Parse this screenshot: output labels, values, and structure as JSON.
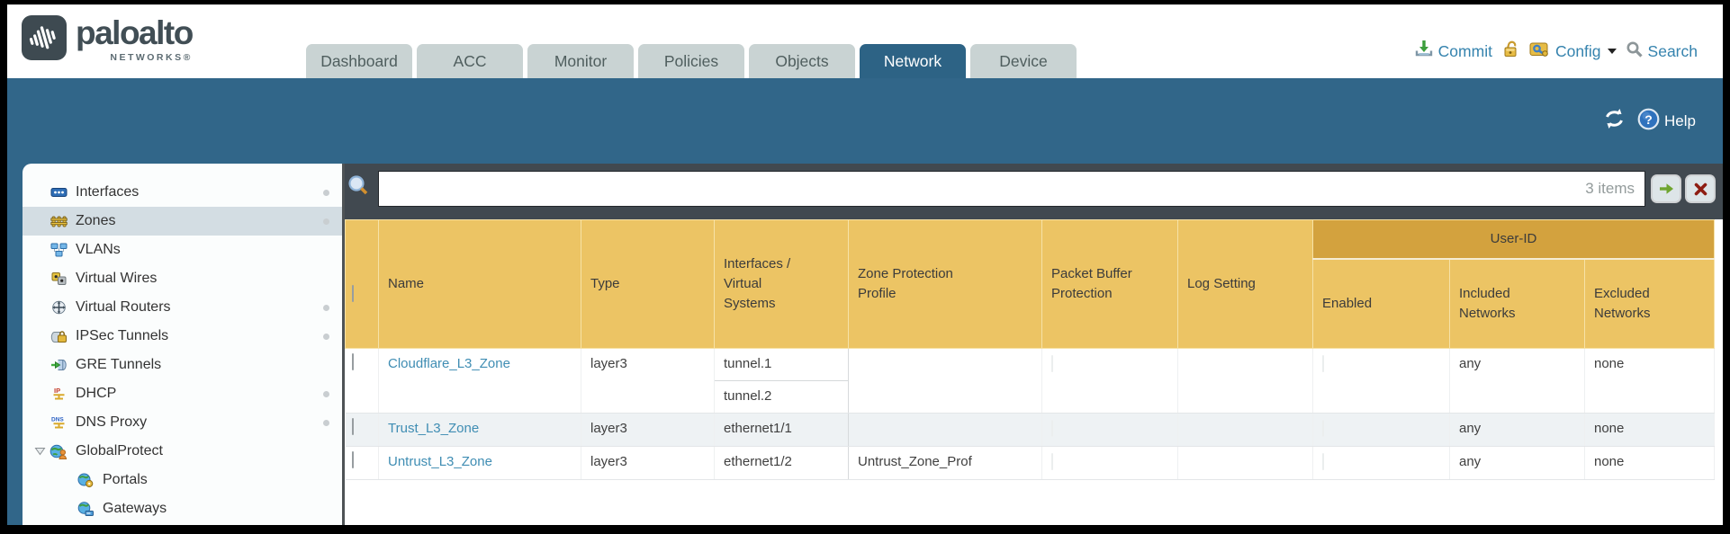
{
  "brand": {
    "name": "paloalto",
    "subtitle": "NETWORKS®"
  },
  "nav": {
    "tabs": [
      {
        "label": "Dashboard"
      },
      {
        "label": "ACC"
      },
      {
        "label": "Monitor"
      },
      {
        "label": "Policies"
      },
      {
        "label": "Objects"
      },
      {
        "label": "Network",
        "active": true
      },
      {
        "label": "Device"
      }
    ]
  },
  "utilities": {
    "commit_label": "Commit",
    "config_label": "Config",
    "search_label": "Search"
  },
  "band": {
    "help_label": "Help"
  },
  "sidebar": {
    "items": [
      {
        "label": "Interfaces",
        "icon": "interfaces-icon",
        "dot": true
      },
      {
        "label": "Zones",
        "icon": "zones-icon",
        "dot": true,
        "selected": true
      },
      {
        "label": "VLANs",
        "icon": "vlans-icon"
      },
      {
        "label": "Virtual Wires",
        "icon": "virtual-wires-icon"
      },
      {
        "label": "Virtual Routers",
        "icon": "virtual-routers-icon",
        "dot": true
      },
      {
        "label": "IPSec Tunnels",
        "icon": "ipsec-tunnels-icon",
        "dot": true
      },
      {
        "label": "GRE Tunnels",
        "icon": "gre-tunnels-icon"
      },
      {
        "label": "DHCP",
        "icon": "dhcp-icon",
        "dot": true
      },
      {
        "label": "DNS Proxy",
        "icon": "dns-proxy-icon",
        "dot": true
      },
      {
        "label": "GlobalProtect",
        "icon": "globalprotect-icon",
        "expanded": true
      },
      {
        "label": "Portals",
        "icon": "portals-icon",
        "indent": 1
      },
      {
        "label": "Gateways",
        "icon": "gateways-icon",
        "indent": 1
      }
    ]
  },
  "toolbar": {
    "search_value": "",
    "items_count": "3 items"
  },
  "table": {
    "group_header": "User-ID",
    "columns": {
      "name": "Name",
      "type": "Type",
      "interfaces": "Interfaces /\nVirtual\nSystems",
      "zone_protection": "Zone Protection\nProfile",
      "packet_buffer": "Packet Buffer\nProtection",
      "log_setting": "Log Setting",
      "enabled": "Enabled",
      "included": "Included\nNetworks",
      "excluded": "Excluded\nNetworks"
    },
    "rows": [
      {
        "name": "Cloudflare_L3_Zone",
        "type": "layer3",
        "interfaces": [
          "tunnel.1",
          "tunnel.2"
        ],
        "zone_protection_profile": "",
        "log_setting": "",
        "included_networks": "any",
        "excluded_networks": "none"
      },
      {
        "name": "Trust_L3_Zone",
        "type": "layer3",
        "interfaces": [
          "ethernet1/1"
        ],
        "zone_protection_profile": "",
        "log_setting": "",
        "included_networks": "any",
        "excluded_networks": "none"
      },
      {
        "name": "Untrust_L3_Zone",
        "type": "layer3",
        "interfaces": [
          "ethernet1/2"
        ],
        "zone_protection_profile": "Untrust_Zone_Prof",
        "log_setting": "",
        "included_networks": "any",
        "excluded_networks": "none"
      }
    ]
  },
  "colors": {
    "accent_teal": "#316689",
    "header_gold": "#ecc464",
    "group_gold": "#d3a23e",
    "link_blue": "#3f8db3"
  }
}
